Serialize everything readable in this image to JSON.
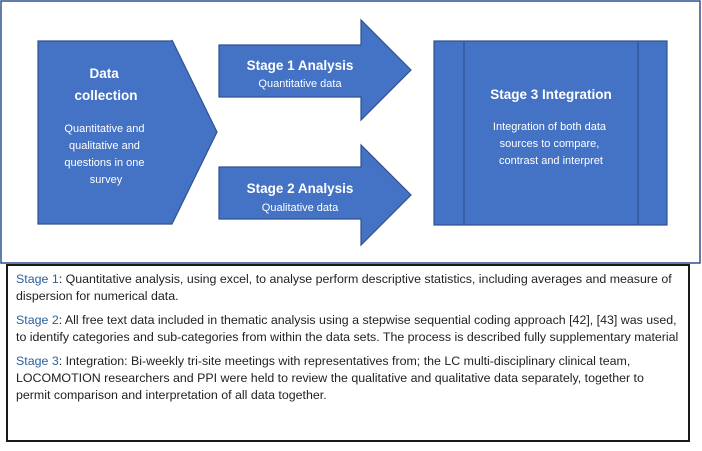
{
  "colors": {
    "fill": "#4472c4",
    "stroke": "#2f528f",
    "frame": "#2f528f",
    "label": "#2e5f9e"
  },
  "diagram": {
    "data_collection": {
      "title_lines": [
        "Data",
        "collection"
      ],
      "body_lines": [
        "Quantitative and",
        "qualitative and",
        "questions in one",
        "survey"
      ]
    },
    "stage1": {
      "title": "Stage 1 Analysis",
      "body": "Quantitative data"
    },
    "stage2": {
      "title": "Stage 2 Analysis",
      "body": "Qualitative data"
    },
    "stage3": {
      "title": "Stage 3 Integration",
      "body_lines": [
        "Integration of both data",
        "sources to compare,",
        "contrast and interpret"
      ]
    }
  },
  "notes": [
    {
      "label": "Stage 1",
      "text": ": Quantitative analysis, using excel, to analyse perform descriptive statistics, including averages and measure of dispersion for numerical data."
    },
    {
      "label": "Stage 2",
      "text": ": All free text data included in thematic analysis using a stepwise sequential coding approach [42], [43] was used, to identify categories and sub-categories from within the data sets. The process is described fully supplementary material"
    },
    {
      "label": "Stage 3",
      "text": ": Integration: Bi-weekly tri-site meetings with representatives from; the LC multi-disciplinary clinical team, LOCOMOTION researchers and PPI were held to review the qualitative and qualitative data separately, together to permit comparison and interpretation of all data together."
    }
  ]
}
